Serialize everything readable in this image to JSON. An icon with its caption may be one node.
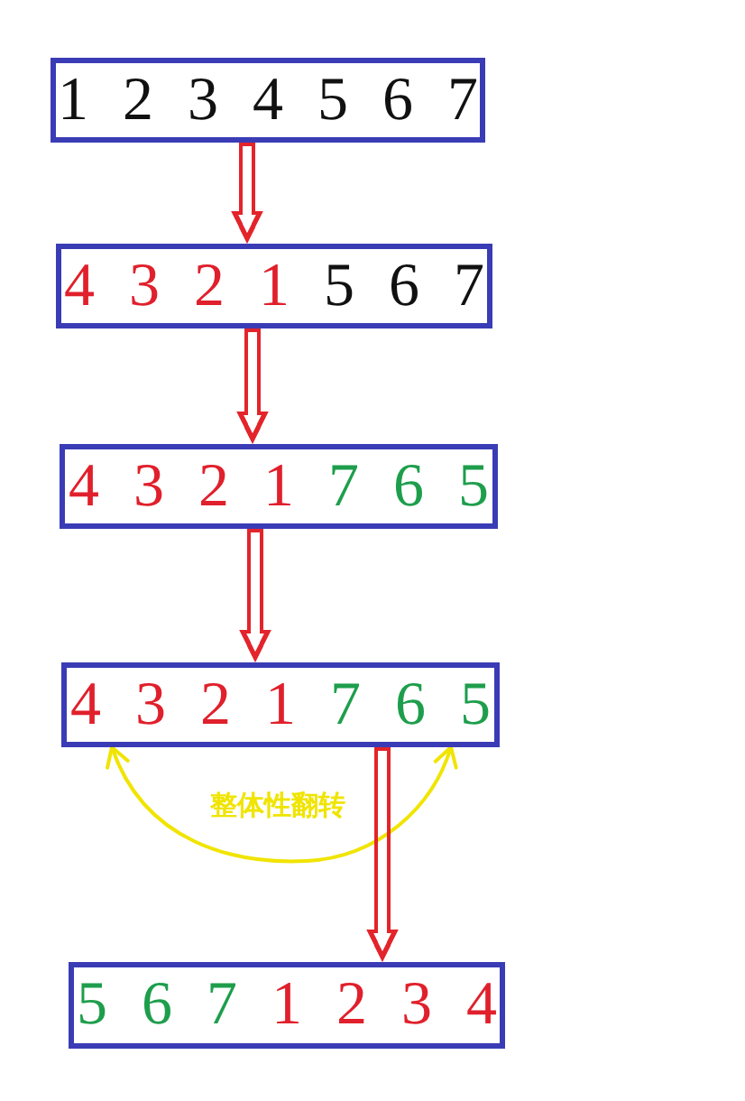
{
  "diagram": {
    "nodes": [
      {
        "text": [
          "1 2 3 4 5 6 7"
        ]
      },
      {
        "text": [
          "4 3 2 1",
          "5 6 7"
        ]
      },
      {
        "text": [
          "4 3 2 1",
          "7 6 5"
        ]
      },
      {
        "text": [
          "4 3 2 1",
          "7 6 5"
        ]
      },
      {
        "text": [
          "5 6 7",
          "1 2 3 4"
        ]
      }
    ],
    "edges": [
      {
        "from": 0,
        "to": 1,
        "arrow": "to"
      },
      {
        "from": 1,
        "to": 2,
        "arrow": "to"
      },
      {
        "from": 2,
        "to": 3,
        "arrow": "to"
      },
      {
        "from": 3,
        "to": 3,
        "arrow": "both",
        "label": "整体性翻转",
        "color": "#f0e400"
      },
      {
        "from": 3,
        "to": 4,
        "arrow": "to"
      }
    ]
  }
}
